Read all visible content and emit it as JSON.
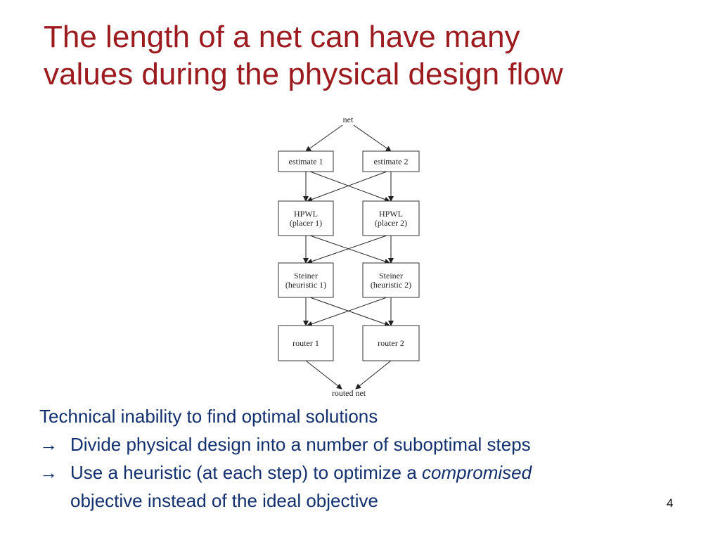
{
  "slide": {
    "title_line1": "The length of a net can have many",
    "title_line2": "values during the physical design flow",
    "page_number": "4"
  },
  "diagram": {
    "source_label": "net",
    "sink_label": "routed net",
    "rows": [
      {
        "left": [
          "estimate 1"
        ],
        "right": [
          "estimate 2"
        ]
      },
      {
        "left": [
          "HPWL",
          "(placer 1)"
        ],
        "right": [
          "HPWL",
          "(placer 2)"
        ]
      },
      {
        "left": [
          "Steiner",
          "(heuristic 1)"
        ],
        "right": [
          "Steiner",
          "(heuristic 2)"
        ]
      },
      {
        "left": [
          "router 1"
        ],
        "right": [
          "router 2"
        ]
      }
    ]
  },
  "bullets": {
    "line1": "Technical inability to find optimal solutions",
    "arrow_glyph": "→",
    "line2": "Divide physical design into a number of suboptimal steps",
    "line3_pre": "Use a heuristic (at each step) to optimize a ",
    "line3_em": "compromised",
    "line4": "objective instead of the ideal objective"
  },
  "colors": {
    "title": "#9B1B1F",
    "body": "#12306E"
  }
}
